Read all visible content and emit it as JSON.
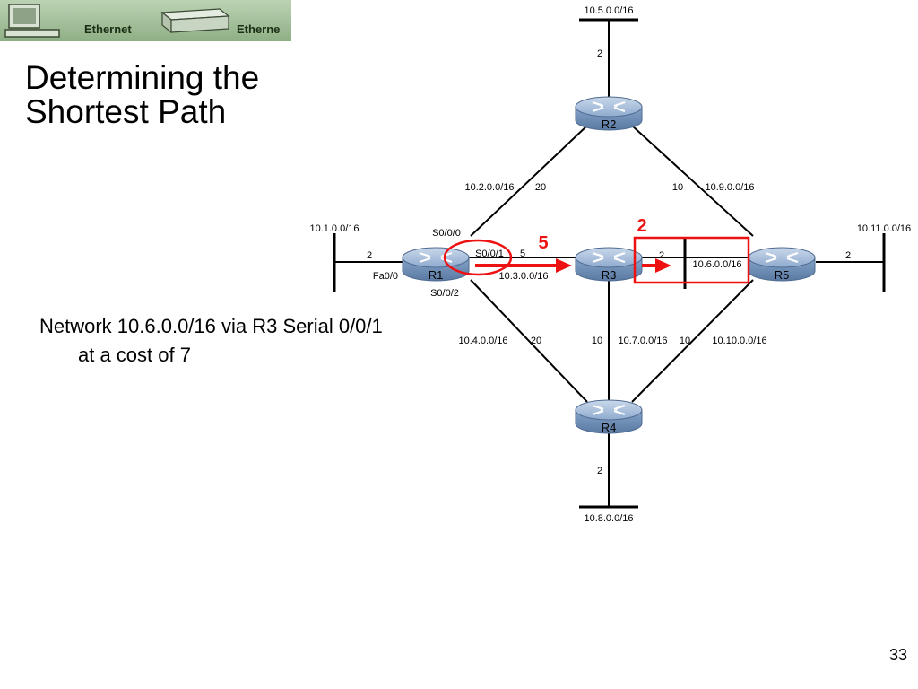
{
  "banner": {
    "ethernet_1": "Ethernet",
    "ethernet_2": "Etherne"
  },
  "title": {
    "line1": "Determining the",
    "line2": "Shortest Path"
  },
  "note": {
    "line1": "Network 10.6.0.0/16 via R3 Serial 0/0/1",
    "line2": "at a cost of 7"
  },
  "page_number": "33",
  "colors": {
    "highlight": "#ee1111",
    "router_body": "#7f9fc6",
    "link": "#000000"
  },
  "routers": {
    "r1": "R1",
    "r2": "R2",
    "r3": "R3",
    "r4": "R4",
    "r5": "R5"
  },
  "networks": {
    "n_10_1": "10.1.0.0/16",
    "n_10_2": "10.2.0.0/16",
    "n_10_3": "10.3.0.0/16",
    "n_10_4": "10.4.0.0/16",
    "n_10_5": "10.5.0.0/16",
    "n_10_6": "10.6.0.0/16",
    "n_10_7": "10.7.0.0/16",
    "n_10_8": "10.8.0.0/16",
    "n_10_9": "10.9.0.0/16",
    "n_10_10": "10.10.0.0/16",
    "n_10_11": "10.11.0.0/16"
  },
  "costs": {
    "c_10_1": "2",
    "c_10_5": "2",
    "c_10_2": "20",
    "c_10_9": "10",
    "c_10_3": "5",
    "c_10_6": "2",
    "c_10_11": "2",
    "c_10_4": "20",
    "c_10_7": "10",
    "c_10_10": "10",
    "c_10_8": "2"
  },
  "interfaces": {
    "r1_s000": "S0/0/0",
    "r1_s001": "S0/0/1",
    "r1_s002": "S0/0/2",
    "r1_fa00": "Fa0/0"
  },
  "highlights": {
    "cost_first_hop": "5",
    "cost_second_hop": "2"
  }
}
